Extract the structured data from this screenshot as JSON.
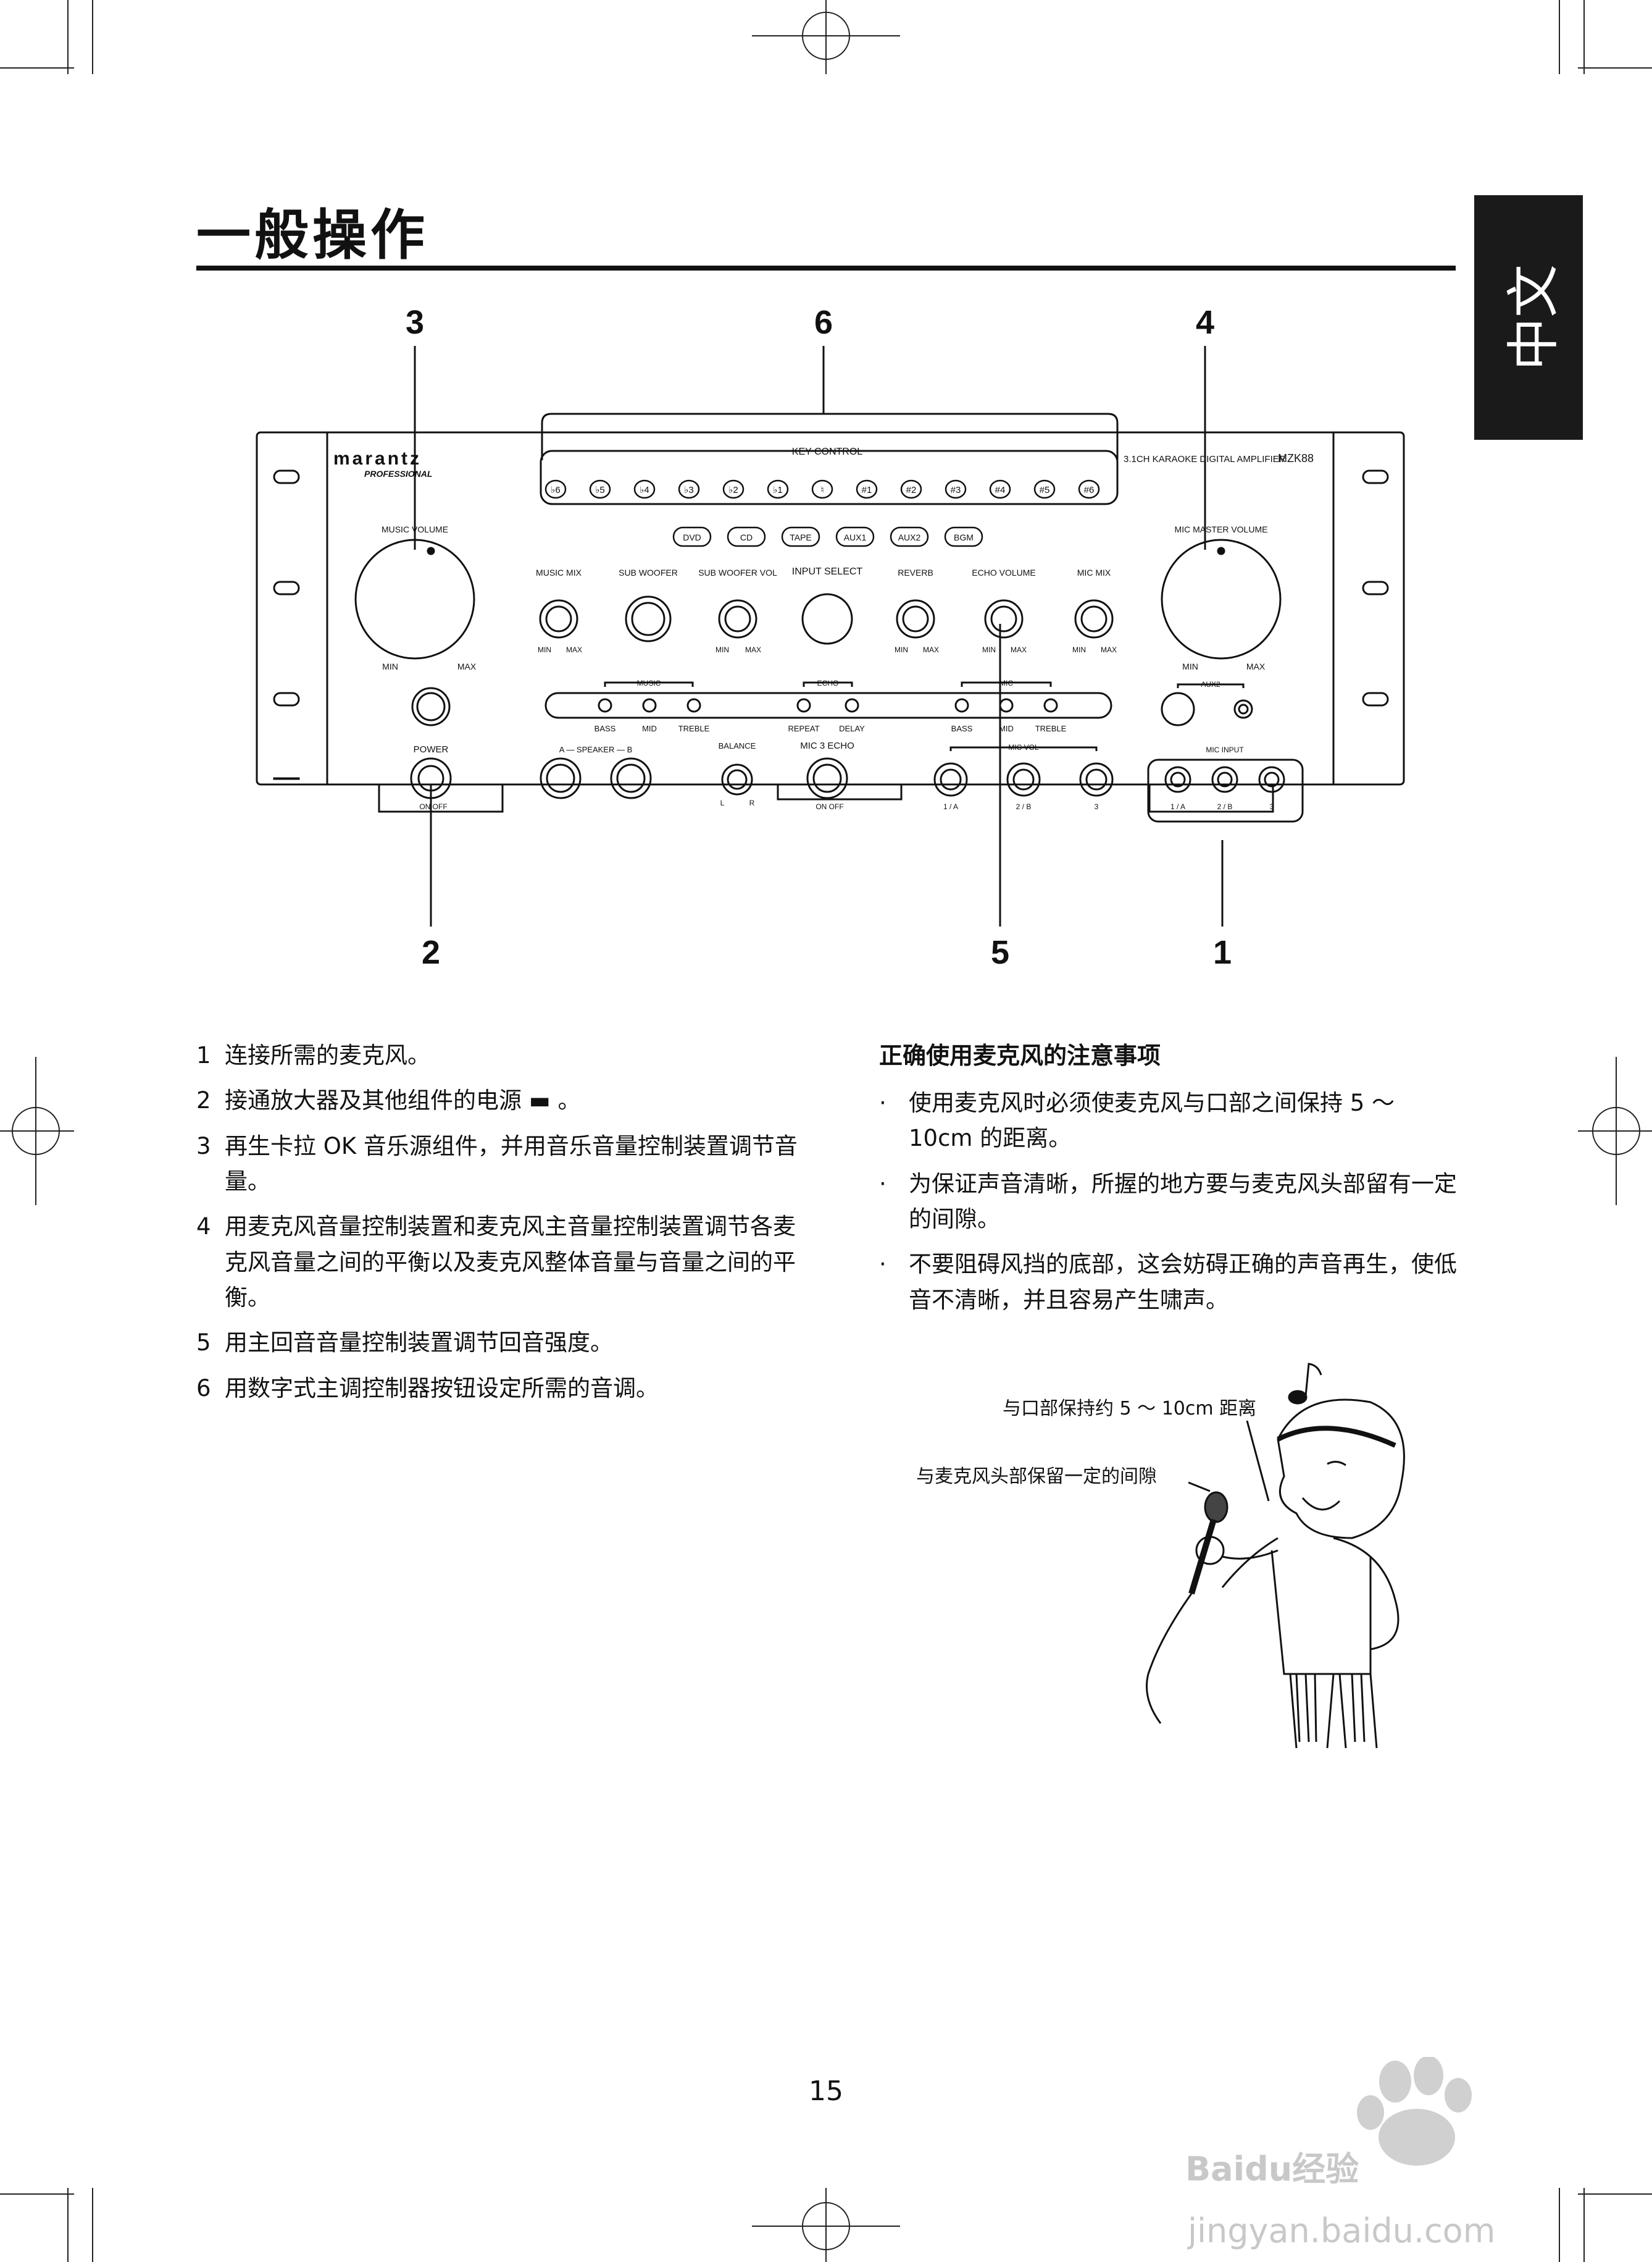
{
  "page": {
    "title": "一般操作",
    "language_tab": "中文",
    "page_number": "15"
  },
  "diagram": {
    "callouts": [
      "3",
      "6",
      "4",
      "2",
      "5",
      "1"
    ],
    "brand": "marantz",
    "brand_sub": "PROFESSIONAL",
    "model_desc": "3.1CH KARAOKE DIGITAL AMPLIFIER",
    "model": "MZK88",
    "key_control": "KEY CONTROL",
    "key_buttons": [
      "♭6",
      "♭5",
      "♭4",
      "♭3",
      "♭2",
      "♭1",
      "♮",
      "#1",
      "#2",
      "#3",
      "#4",
      "#5",
      "#6"
    ],
    "source_buttons": [
      "DVD",
      "CD",
      "TAPE",
      "AUX1",
      "AUX2",
      "BGM"
    ],
    "labels": {
      "music_volume": "MUSIC VOLUME",
      "mic_master_volume": "MIC MASTER VOLUME",
      "music_mix": "MUSIC MIX",
      "sub_woofer": "SUB WOOFER",
      "sub_woofer_vol": "SUB WOOFER VOL",
      "input_select": "INPUT SELECT",
      "reverb": "REVERB",
      "echo_volume": "ECHO VOLUME",
      "mic_mix": "MIC MIX",
      "min": "MIN",
      "max": "MAX",
      "music": "MUSIC",
      "echo": "ECHO",
      "mic": "MIC",
      "bass": "BASS",
      "mid": "MID",
      "treble": "TREBLE",
      "repeat": "REPEAT",
      "delay": "DELAY",
      "aux2": "AUX2",
      "power": "POWER",
      "on_off": "ON  OFF",
      "speaker": "A — SPEAKER — B",
      "balance": "BALANCE",
      "l": "L",
      "r": "R",
      "mic3_echo": "MIC 3 ECHO",
      "mic_vol": "MIC VOL",
      "mic_input": "MIC INPUT",
      "ch_1a": "1 / A",
      "ch_2b": "2 / B",
      "ch_3": "3"
    }
  },
  "steps": [
    {
      "num": "1",
      "text": "连接所需的麦克风。"
    },
    {
      "num": "2",
      "text": "接通放大器及其他组件的电源 ▬ 。"
    },
    {
      "num": "3",
      "text": "再生卡拉 OK 音乐源组件，并用音乐音量控制装置调节音量。"
    },
    {
      "num": "4",
      "text": "用麦克风音量控制装置和麦克风主音量控制装置调节各麦克风音量之间的平衡以及麦克风整体音量与音量之间的平衡。"
    },
    {
      "num": "5",
      "text": "用主回音音量控制装置调节回音强度。"
    },
    {
      "num": "6",
      "text": "用数字式主调控制器按钮设定所需的音调。"
    }
  ],
  "tips": {
    "heading": "正确使用麦克风的注意事项",
    "items": [
      "使用麦克风时必须使麦克风与口部之间保持 5 ～ 10cm 的距离。",
      "为保证声音清晰，所握的地方要与麦克风头部留有一定的间隙。",
      "不要阻碍风挡的底部，这会妨碍正确的声音再生，使低音不清晰，并且容易产生啸声。"
    ]
  },
  "illustration": {
    "label_distance": "与口部保持约 5 ～ 10cm 距离",
    "label_gap": "与麦克风头部保留一定的间隙"
  },
  "watermark": {
    "logo": "Baidu经验",
    "url": "jingyan.baidu.com"
  }
}
